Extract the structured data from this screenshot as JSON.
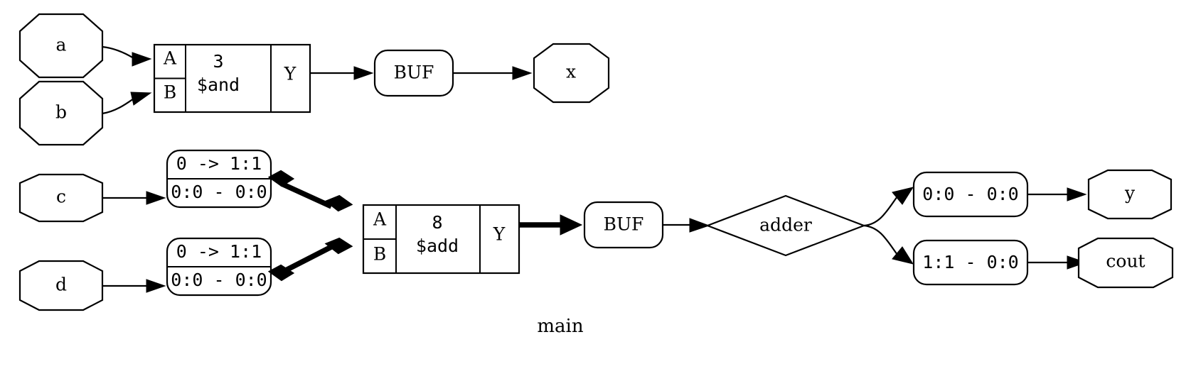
{
  "graph": {
    "caption": "main",
    "background": "#ffffff",
    "stroke_color": "#000000"
  },
  "ports": {
    "inputs": [
      {
        "name": "a",
        "label": "a"
      },
      {
        "name": "b",
        "label": "b"
      },
      {
        "name": "c",
        "label": "c"
      },
      {
        "name": "d",
        "label": "d"
      }
    ],
    "outputs": [
      {
        "name": "x",
        "label": "x"
      },
      {
        "name": "y",
        "label": "y"
      },
      {
        "name": "cout",
        "label": "cout"
      }
    ]
  },
  "cells": {
    "and_cell": {
      "id": "3",
      "type": "$and",
      "inputs": [
        {
          "label": "A"
        },
        {
          "label": "B"
        }
      ],
      "output": {
        "label": "Y"
      }
    },
    "add_cell": {
      "id": "8",
      "type": "$add",
      "inputs": [
        {
          "label": "A"
        },
        {
          "label": "B"
        }
      ],
      "output": {
        "label": "Y"
      }
    }
  },
  "buffers": [
    {
      "name": "buf-top",
      "label": "BUF"
    },
    {
      "name": "buf-bottom",
      "label": "BUF"
    }
  ],
  "process": {
    "name": "adder",
    "label": "adder"
  },
  "splices": {
    "input_c": {
      "top": "0 -> 1:1",
      "bottom": "0:0 - 0:0"
    },
    "input_d": {
      "top": "0 -> 1:1",
      "bottom": "0:0 - 0:0"
    },
    "output_y": {
      "label": "0:0 - 0:0"
    },
    "output_cout": {
      "label": "1:1 - 0:0"
    }
  }
}
